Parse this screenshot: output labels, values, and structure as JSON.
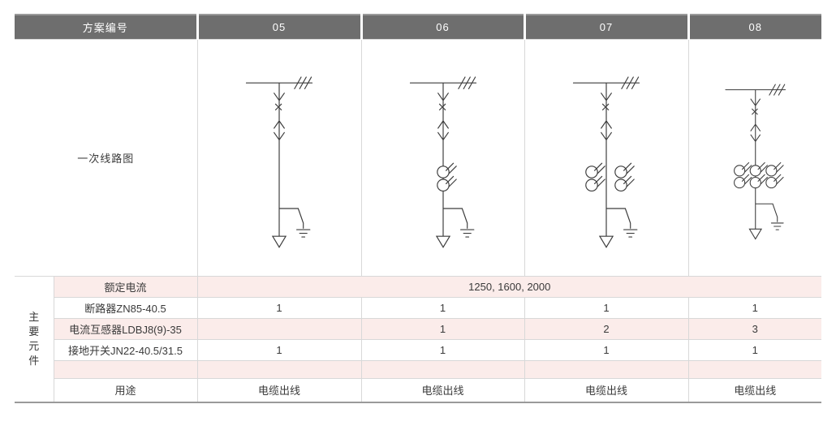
{
  "header": {
    "label": "方案编号",
    "schemes": [
      "05",
      "06",
      "07",
      "08"
    ]
  },
  "diagram_label": "一次线路图",
  "left_label": "主要元件",
  "rows": [
    {
      "label": "额定电流",
      "span_value": "1250, 1600, 2000"
    },
    {
      "label": "断路器ZN85-40.5",
      "values": [
        "1",
        "1",
        "1",
        "1"
      ]
    },
    {
      "label": "电流互感器LDBJ8(9)-35",
      "values": [
        "",
        "1",
        "2",
        "3"
      ]
    },
    {
      "label": "接地开关JN22-40.5/31.5",
      "values": [
        "1",
        "1",
        "1",
        "1"
      ]
    },
    {
      "label": "",
      "values": [
        "",
        "",
        "",
        ""
      ]
    },
    {
      "label": "用途",
      "values": [
        "电缆出线",
        "电缆出线",
        "电缆出线",
        "电缆出线"
      ]
    }
  ],
  "diagrams": [
    {
      "scheme": "05",
      "ct_count": 0
    },
    {
      "scheme": "06",
      "ct_count": 1
    },
    {
      "scheme": "07",
      "ct_count": 2
    },
    {
      "scheme": "08",
      "ct_count": 3
    }
  ],
  "colors": {
    "header_bg": "#6e6e6e",
    "header_text": "#ffffff",
    "row_pink": "#fbecea",
    "border": "#d8d8d8",
    "outer_border": "#9a9a9a",
    "text": "#3a3a3a",
    "diagram_stroke": "#3c3c3c"
  }
}
